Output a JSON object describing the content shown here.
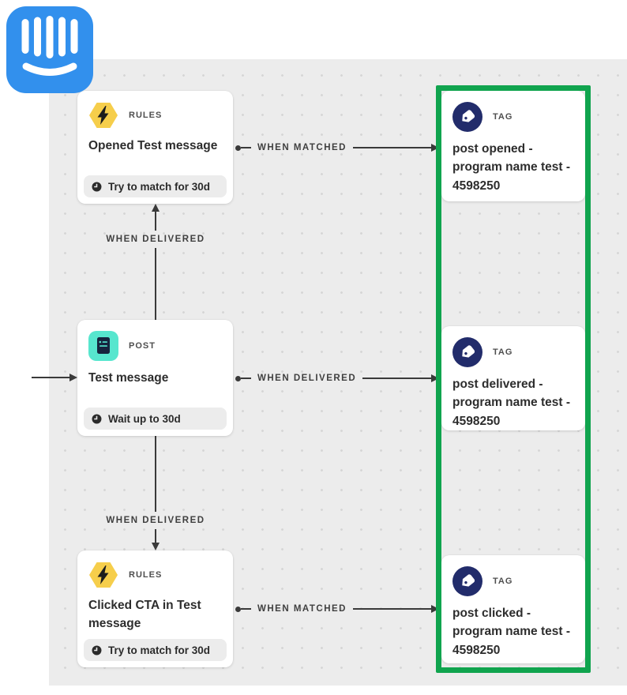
{
  "colors": {
    "intercom_blue": "#3290ED",
    "canvas_bg": "#ECECEC",
    "highlight_green": "#10A44E",
    "rules_yellow": "#F6CE4B",
    "post_teal": "#57E6CE",
    "tag_navy": "#222C6B",
    "arrow_dark": "#3A3A3A"
  },
  "nodes": {
    "rules_top": {
      "type": "RULES",
      "title": "Opened Test message",
      "footer": "Try to match for 30d"
    },
    "post": {
      "type": "POST",
      "title": "Test message",
      "footer": "Wait up to 30d"
    },
    "rules_bottom": {
      "type": "RULES",
      "title": "Clicked CTA in Test message",
      "footer": "Try to match for 30d"
    },
    "tag_opened": {
      "type": "TAG",
      "title": "post opened - program name test - 4598250"
    },
    "tag_delivered": {
      "type": "TAG",
      "title": "post delivered - program name test - 4598250"
    },
    "tag_clicked": {
      "type": "TAG",
      "title": "post clicked - program name test - 4598250"
    }
  },
  "connectors": {
    "rules_top_to_tag": "WHEN MATCHED",
    "post_to_rules_top": "WHEN DELIVERED",
    "post_to_tag": "WHEN DELIVERED",
    "post_to_rules_bottom": "WHEN DELIVERED",
    "rules_bottom_to_tag": "WHEN MATCHED"
  }
}
